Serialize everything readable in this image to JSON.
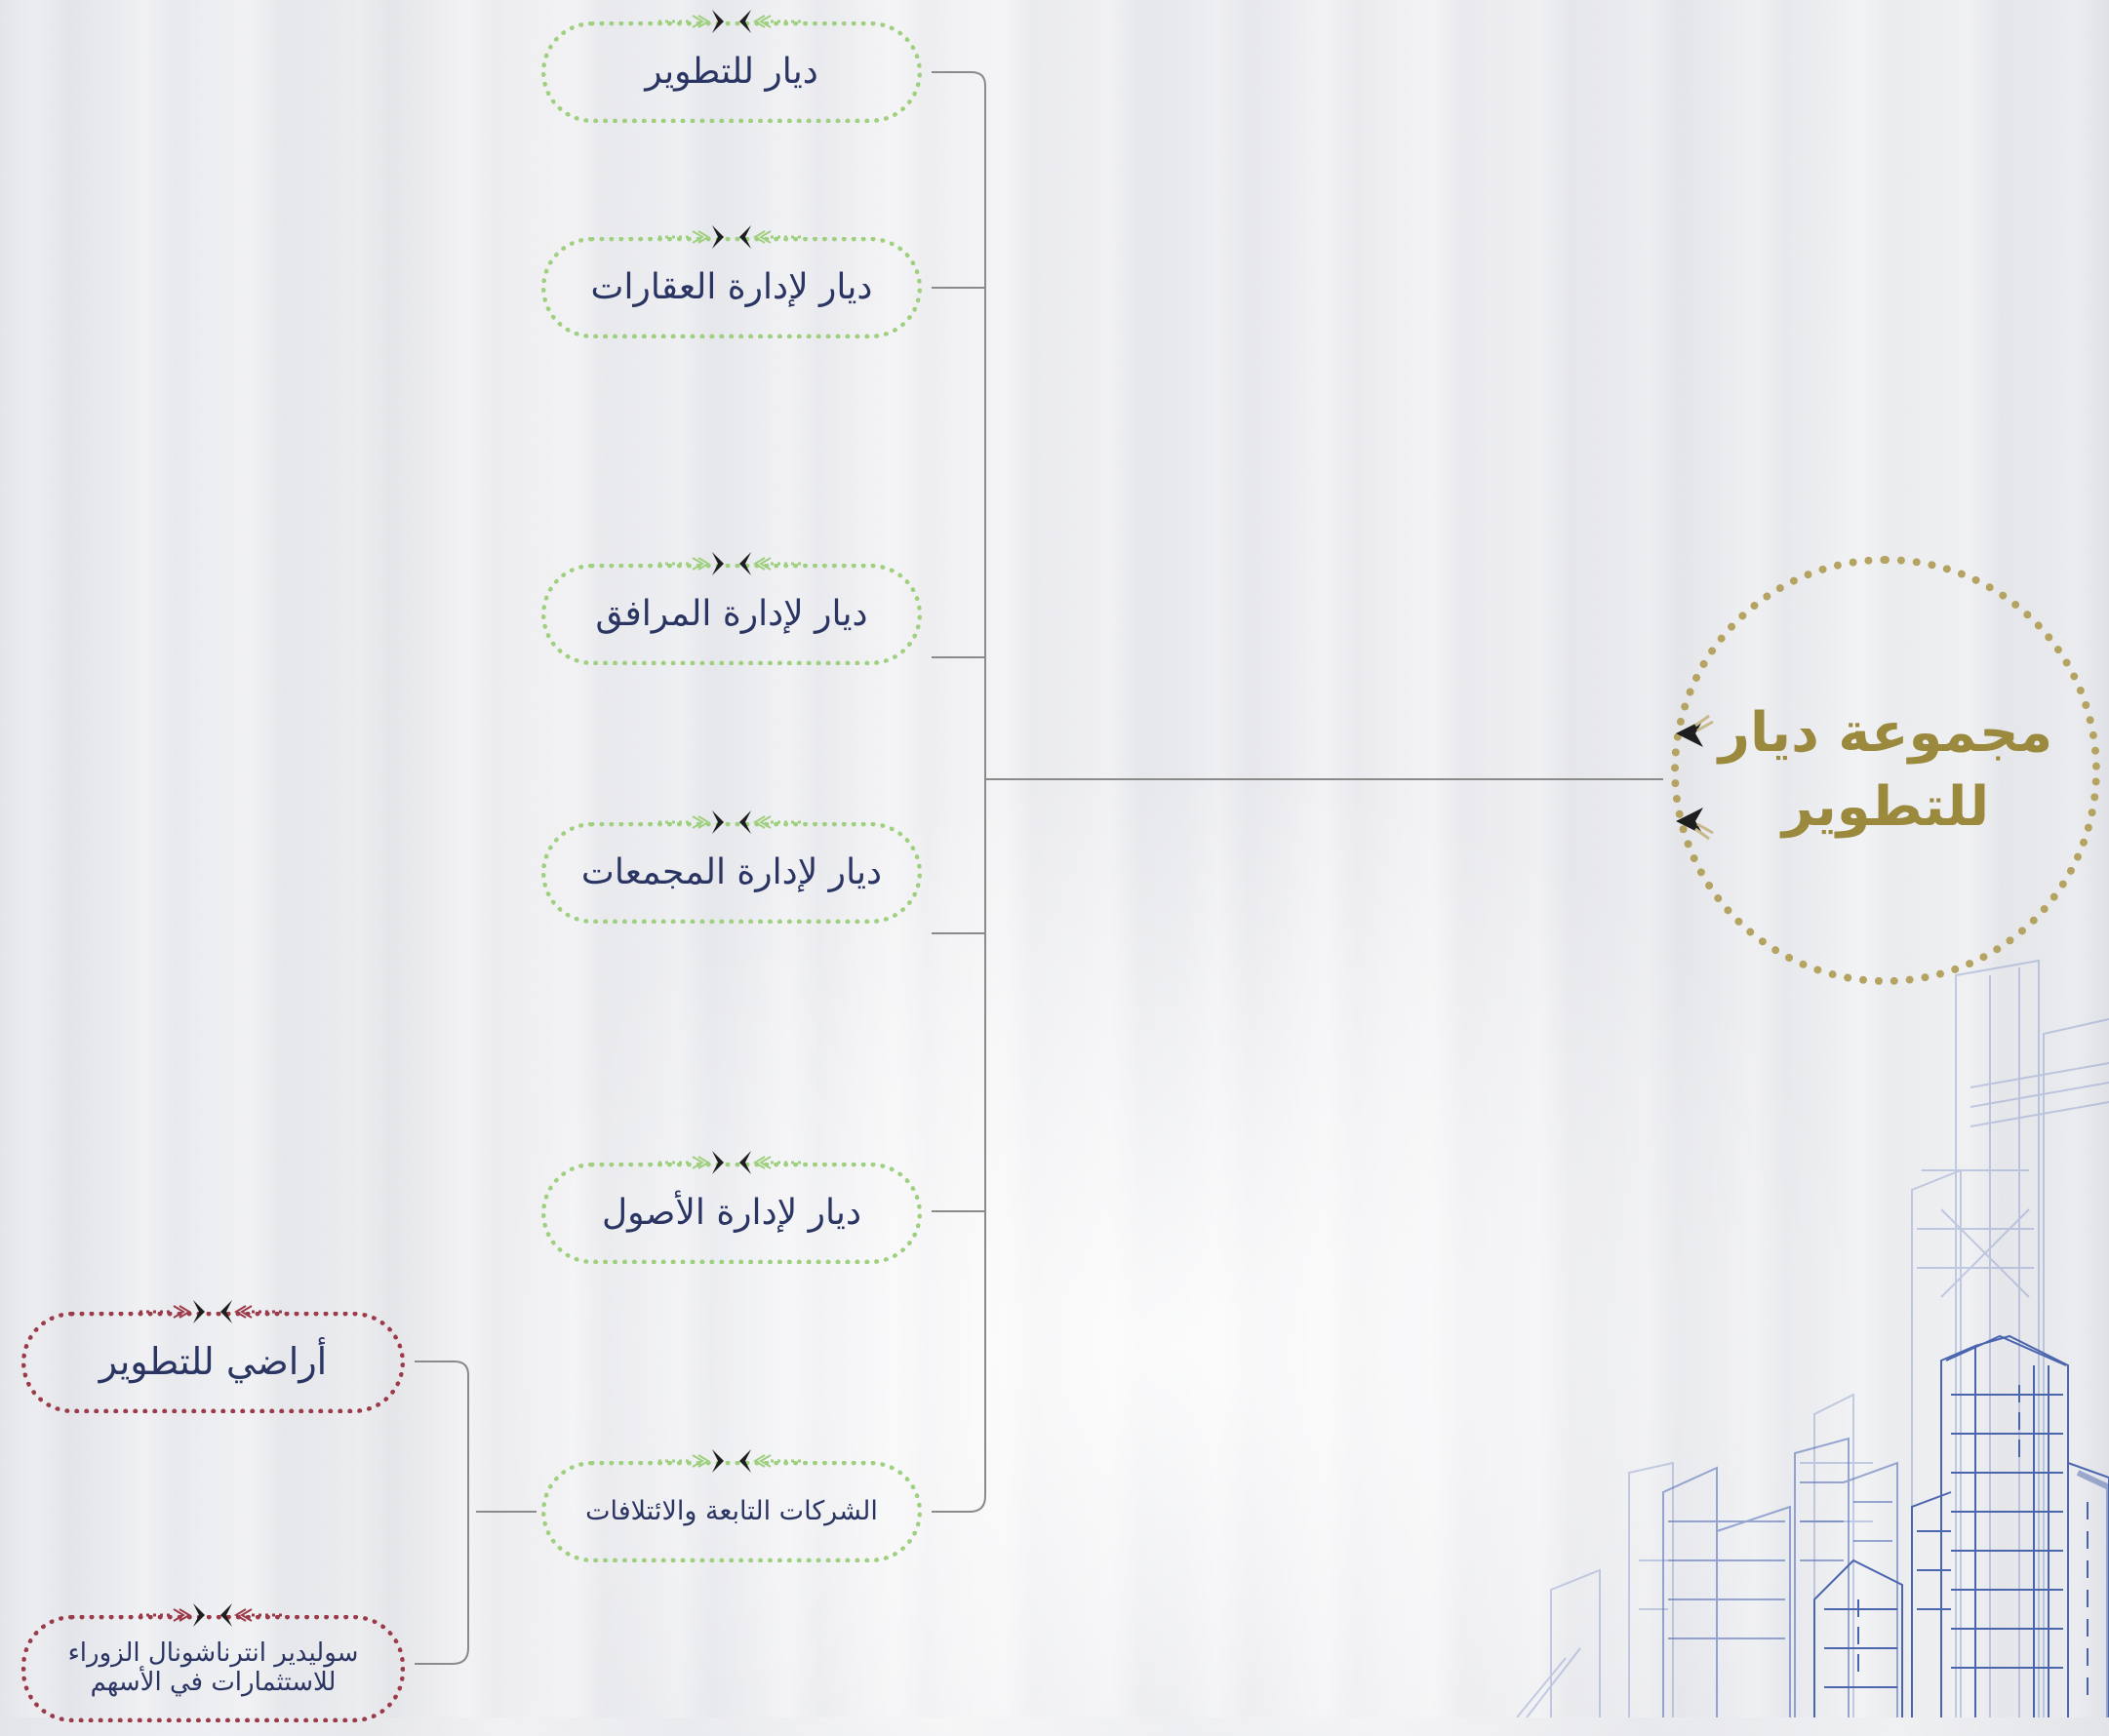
{
  "root": {
    "label": "مجموعة ديار للتطوير"
  },
  "subsidiaries": [
    {
      "label": "ديار للتطوير"
    },
    {
      "label": "ديار لإدارة العقارات"
    },
    {
      "label": "ديار لإدارة المرافق"
    },
    {
      "label": "ديار لإدارة المجمعات"
    },
    {
      "label": "ديار لإدارة الأصول"
    },
    {
      "label": "الشركات التابعة والائتلافات"
    }
  ],
  "affiliates": [
    {
      "label": "أراضي للتطوير"
    },
    {
      "label": "سوليدير انترناشونال الزوراء للاستثمارات في الأسهم"
    }
  ],
  "colors": {
    "root_text": "#9b8a3e",
    "root_border": "#b5a361",
    "node_text": "#2b3563",
    "subsidiary_border": "#9fd07f",
    "affiliate_border": "#9b3b4a",
    "connector": "#8a8a8a",
    "buildings": "#3a57a8"
  }
}
